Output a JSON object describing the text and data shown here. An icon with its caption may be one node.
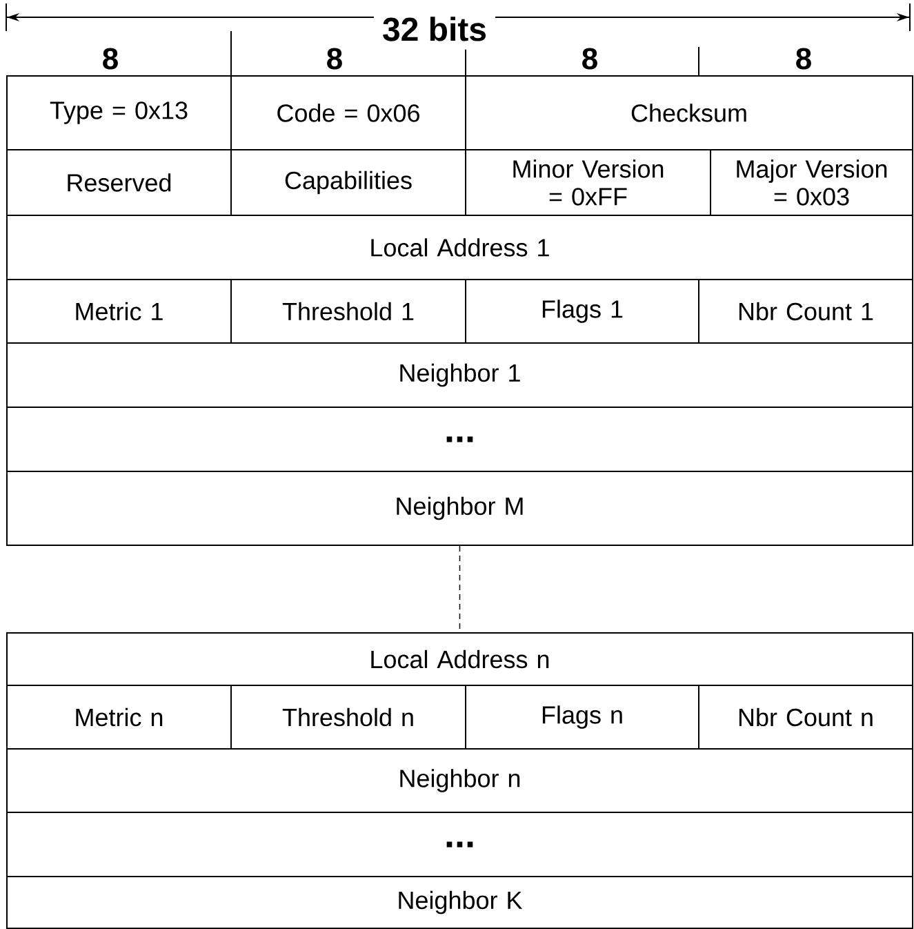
{
  "diagram": {
    "nodes": [
      {
        "text": [
          "Type = 0x13"
        ]
      },
      {
        "text": [
          "Code = 0x06"
        ]
      },
      {
        "text": [
          "Checksum"
        ]
      },
      {
        "text": [
          "Reserved"
        ]
      },
      {
        "text": [
          "Capabilities"
        ]
      },
      {
        "text": [
          "Minor Version = 0xFF"
        ]
      },
      {
        "text": [
          "Major Version = 0x03"
        ]
      },
      {
        "text": [
          "Local Address 1"
        ]
      },
      {
        "text": [
          "Metric 1"
        ]
      },
      {
        "text": [
          "Threshold 1"
        ]
      },
      {
        "text": [
          "Flags 1"
        ]
      },
      {
        "text": [
          "Nbr Count 1"
        ]
      },
      {
        "text": [
          "Neighbor 1"
        ]
      },
      {
        "text": [
          "..."
        ]
      },
      {
        "text": [
          "Neighbor M"
        ]
      },
      {
        "text": [
          "Local Address n"
        ]
      },
      {
        "text": [
          "Metric n"
        ]
      },
      {
        "text": [
          "Threshold n"
        ]
      },
      {
        "text": [
          "Flags n"
        ]
      },
      {
        "text": [
          "Nbr Count n"
        ]
      },
      {
        "text": [
          "Neighbor n"
        ]
      },
      {
        "text": [
          "..."
        ]
      },
      {
        "text": [
          "Neighbor K"
        ]
      }
    ],
    "edges": [
      {
        "from": 14,
        "to": 15,
        "arrow": "none",
        "style": "dashed"
      }
    ],
    "labels": [
      "32 bits",
      "8",
      "8",
      "8",
      "8"
    ]
  }
}
